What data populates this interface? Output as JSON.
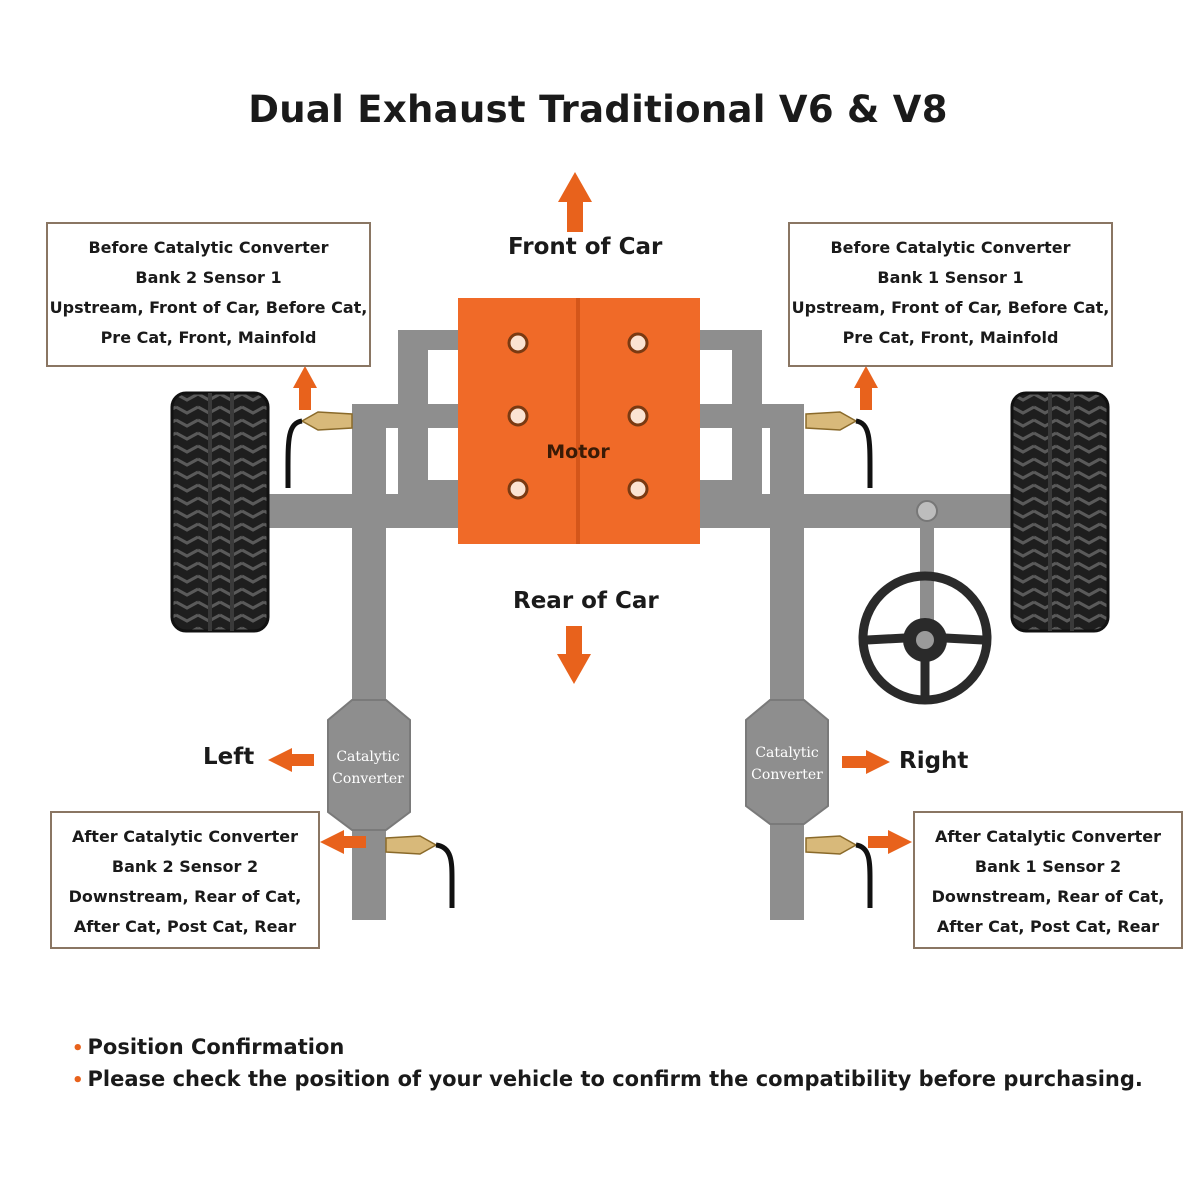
{
  "title": "Dual Exhaust Traditional V6 & V8",
  "directions": {
    "front": "Front of Car",
    "rear": "Rear of Car",
    "left": "Left",
    "right": "Right"
  },
  "motor_label": "Motor",
  "catalytic_converter_label": [
    "Catalytic",
    "Converter"
  ],
  "boxes": {
    "top_left": [
      "Before Catalytic Converter",
      "Bank 2 Sensor 1",
      "Upstream, Front of Car, Before Cat,",
      "Pre Cat, Front, Mainfold"
    ],
    "top_right": [
      "Before Catalytic Converter",
      "Bank 1 Sensor 1",
      "Upstream, Front of Car, Before Cat,",
      "Pre Cat, Front, Mainfold"
    ],
    "bottom_left": [
      "After Catalytic Converter",
      "Bank 2 Sensor 2",
      "Downstream, Rear of Cat,",
      "After Cat, Post Cat, Rear"
    ],
    "bottom_right": [
      "After Catalytic Converter",
      "Bank 1 Sensor 2",
      "Downstream, Rear of Cat,",
      "After Cat, Post Cat, Rear"
    ]
  },
  "notes": [
    "Position Confirmation",
    "Please check the position of your vehicle to confirm the compatibility before purchasing."
  ],
  "colors": {
    "accent": "#e8621c",
    "motor": "#f06a28",
    "pipe": "#8e8e8e",
    "tire": "#1e1e1e",
    "box_border": "#8a7663"
  }
}
